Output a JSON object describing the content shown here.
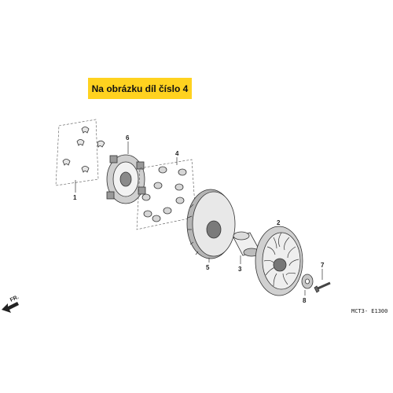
{
  "callout": {
    "text": "Na obrázku díl číslo 4",
    "color": "#ffd21f"
  },
  "parts": [
    {
      "number": "1"
    },
    {
      "number": "2"
    },
    {
      "number": "3"
    },
    {
      "number": "4"
    },
    {
      "number": "5"
    },
    {
      "number": "6"
    },
    {
      "number": "7"
    },
    {
      "number": "8"
    }
  ],
  "direction_label": "FR.",
  "diagram_code": "MCT3- E1300"
}
